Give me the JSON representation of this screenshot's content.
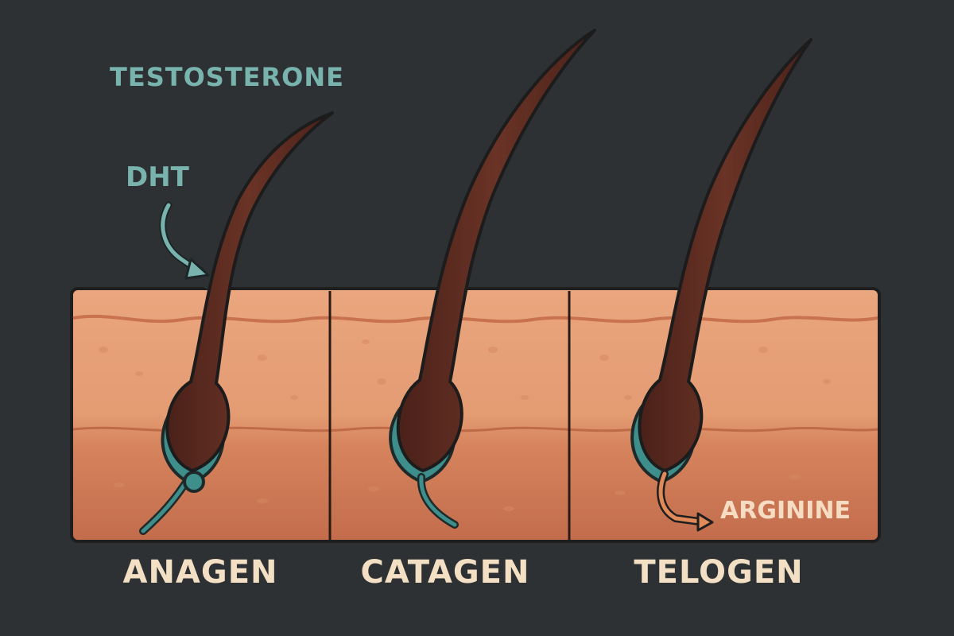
{
  "labels": {
    "testosterone": "TESTOSTERONE",
    "dht": "DHT",
    "arginine": "ARGININE"
  },
  "stages": [
    {
      "id": "anagen",
      "label": "ANAGEN"
    },
    {
      "id": "catagen",
      "label": "CATAGEN"
    },
    {
      "id": "telogen",
      "label": "TELOGEN"
    }
  ],
  "colors": {
    "background": "#2e3133",
    "skin_top": "#e9a37c",
    "skin_bottom": "#c7714f",
    "hair": "#5b2c22",
    "sheath": "#3e8e8c",
    "label_teal": "#78b3ad",
    "label_cream": "#f3dfc4",
    "arrow_orange": "#e08a5a"
  }
}
